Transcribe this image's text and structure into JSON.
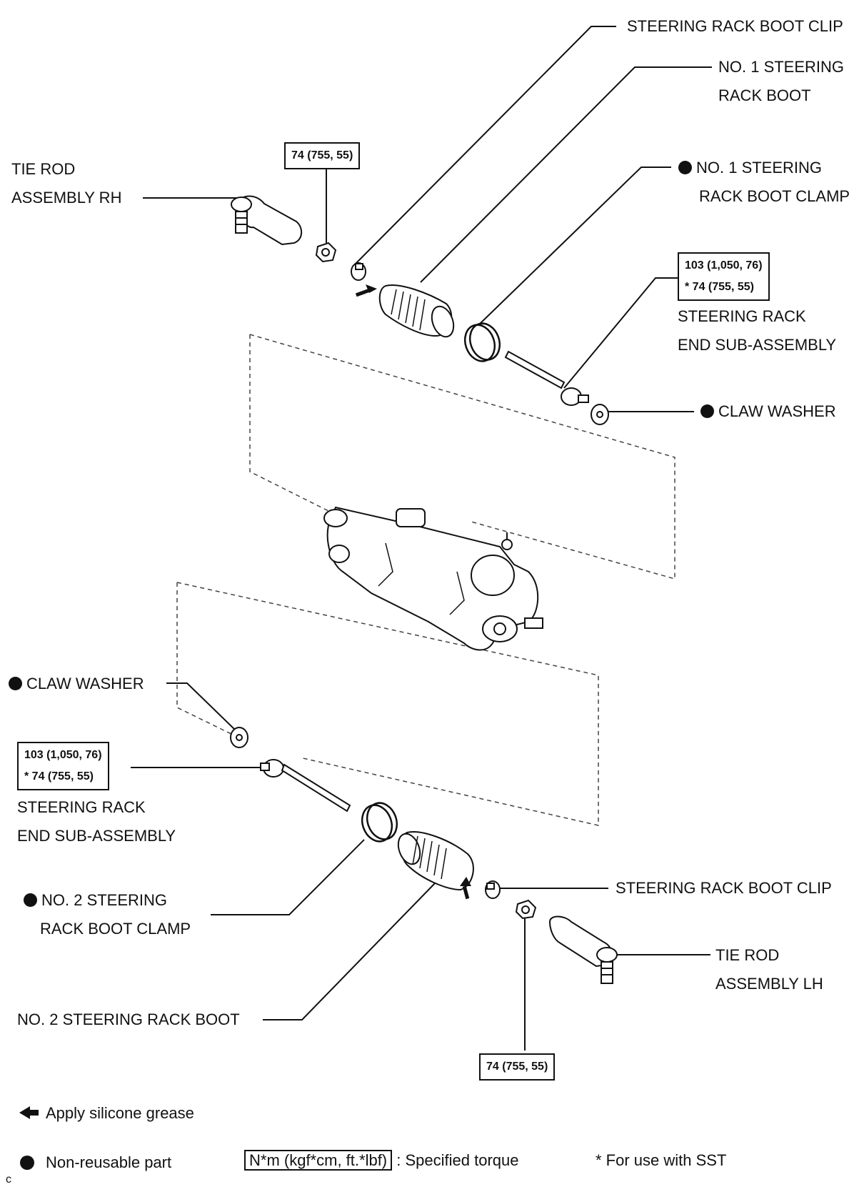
{
  "labels": {
    "boot_clip_top": "STEERING RACK BOOT CLIP",
    "no1_boot": [
      "NO. 1 STEERING",
      "RACK BOOT"
    ],
    "tie_rod_rh": [
      "TIE ROD",
      "ASSEMBLY RH"
    ],
    "no1_clamp": [
      "NO. 1 STEERING",
      "RACK BOOT CLAMP"
    ],
    "rack_end_top": [
      "STEERING RACK",
      "END SUB-ASSEMBLY"
    ],
    "claw_washer_top": "CLAW WASHER",
    "claw_washer_bottom": "CLAW WASHER",
    "rack_end_bottom": [
      "STEERING RACK",
      "END SUB-ASSEMBLY"
    ],
    "no2_clamp": [
      "NO. 2 STEERING",
      "RACK BOOT CLAMP"
    ],
    "boot_clip_bottom": "STEERING RACK BOOT CLIP",
    "tie_rod_lh": [
      "TIE ROD",
      "ASSEMBLY LH"
    ],
    "no2_boot": "NO. 2 STEERING RACK BOOT"
  },
  "torques": {
    "tie_rod_rh_nut": "74 (755, 55)",
    "rack_end_top": [
      "103 (1,050, 76)",
      "* 74 (755, 55)"
    ],
    "rack_end_bottom": [
      "103 (1,050, 76)",
      "* 74 (755, 55)"
    ],
    "tie_rod_lh_nut": "74 (755, 55)"
  },
  "legend": {
    "grease": "Apply silicone grease",
    "non_reusable": "Non-reusable part",
    "torque_units": "N*m (kgf*cm, ft.*lbf)",
    "torque_desc": ": Specified torque",
    "sst": "* For use with SST"
  },
  "corner_mark": "c"
}
